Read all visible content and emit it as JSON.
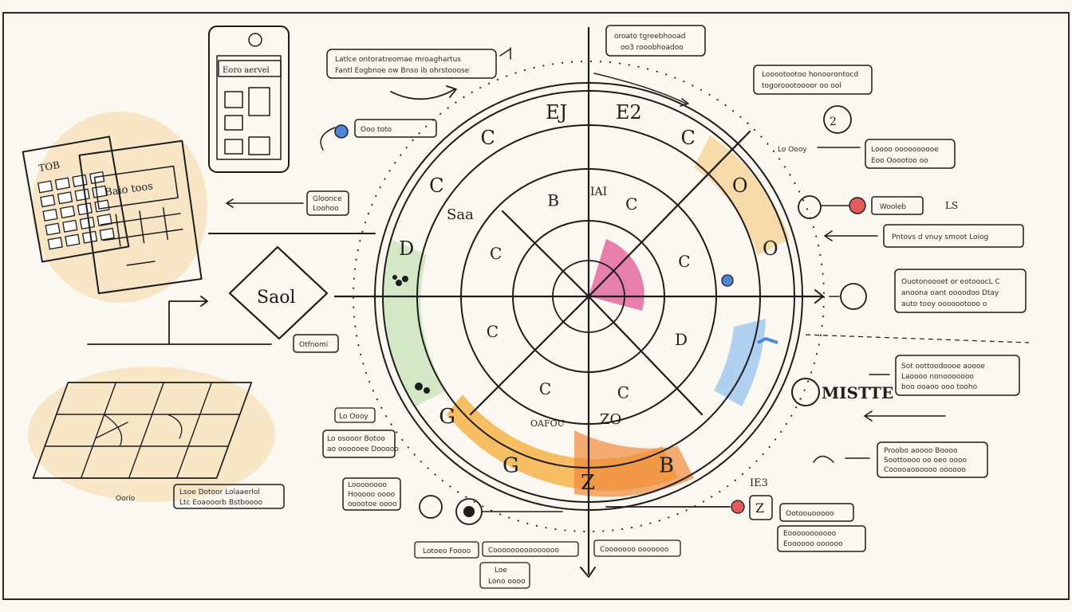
{
  "palette": {
    "paper": "#fbf8f1",
    "ink": "#1c1c1c",
    "ring_blue": "#bfe0f3",
    "ring_green": "#cfe5c2",
    "ring_orange": "#f6b34a",
    "center_pink": "#e36aa0",
    "diamond_orange": "#f5a623",
    "doc_purple": "#a98ad6",
    "tablet_blue": "#5b8fd6",
    "accent_red": "#e25b5b"
  },
  "top_notes": {
    "left_note_1": "Latlce ontoratreomae mroaghartus",
    "left_note_2": "Fantl Eogbnoe ow Bnso ib ohrstooose",
    "right_note_1": "oroato tgreebhooad",
    "right_note_2": "oo3 rooobhoadoo",
    "far_right_note_1": "Looootootoo honoorontocd",
    "far_right_note_2": "togoroootoooor oo ool"
  },
  "tablet": {
    "title": "Eoro aervel"
  },
  "left_notes": {
    "small_box_1": "Gloonce",
    "small_box_2": "Loohoo",
    "mid_label": "Otfnomi",
    "doc_title": "Baio toos",
    "doc_header": "TOB",
    "planner_label": "Oorio",
    "planner_box_1": "Lsoe Dotoor Lolaaerlol",
    "planner_box_2": "Ltc Eoaooorb Bstboooo"
  },
  "diamond": {
    "label": "Saol"
  },
  "wheel": {
    "outer_letters": [
      "D",
      "C",
      "C",
      "EJ",
      "E2",
      "C",
      "O",
      "O"
    ],
    "bottom_letters": [
      "G",
      "G",
      "Z",
      "B"
    ],
    "inner_text_1": "Saa",
    "inner_text_2": "IAI",
    "inner_text_3": "ZO",
    "inner_text_4": "OAFOU",
    "ring_marks": [
      "B",
      "C",
      "C",
      "D",
      "C",
      "C",
      "C",
      "C"
    ]
  },
  "right_notes": {
    "box_1_line_1": "Loooo oooooooooe",
    "box_1_line_2": "Eoo Ooootoo oo",
    "box_2": "Wooleb",
    "box_3": "Pntovs d vnuy smoot Loiog",
    "box_4_line_1": "Ouotonoooet or eotooocL C",
    "box_4_line_2": "anoona oant oooodoo Dtay",
    "box_4_line_3": "auto tooy ooooootooo o",
    "box_5_line_1": "Sot oottoodoooe aoooe",
    "box_5_line_2": "Laoooo nonooooooo",
    "box_5_line_3": "boo ooaoo ooo tooho",
    "misstep": "MISTTE",
    "box_6_line_1": "Proobo aoooo Boooo",
    "box_6_line_2": "Soottoooo oo oeo oooo",
    "box_6_line_3": "Cooooaoooooo oooooo",
    "box_7_line_1": "Ootoouooooo",
    "box_7_line_2": "Eooooooooooo",
    "box_7_line_3": "Eoooooo oooooo",
    "small_labels": [
      "Ooo toto",
      "Lo Oooy",
      "IE3",
      "Z"
    ]
  },
  "bottom_notes": {
    "note_1_line_1": "Lo osooor Botoo",
    "note_1_line_2": "ao oooooee Dooooo",
    "note_2_line_1": "Loooooooo",
    "note_2_line_2": "Hooooo oooo",
    "note_2_line_3": "ooootoe oooo",
    "note_3": "Lotoeo Foooo",
    "note_4": "Cooooooooooooooo",
    "note_5": "Cooooooo ooooooo",
    "note_6_line_1": "Loe",
    "note_6_line_2": "Lono oooo"
  }
}
